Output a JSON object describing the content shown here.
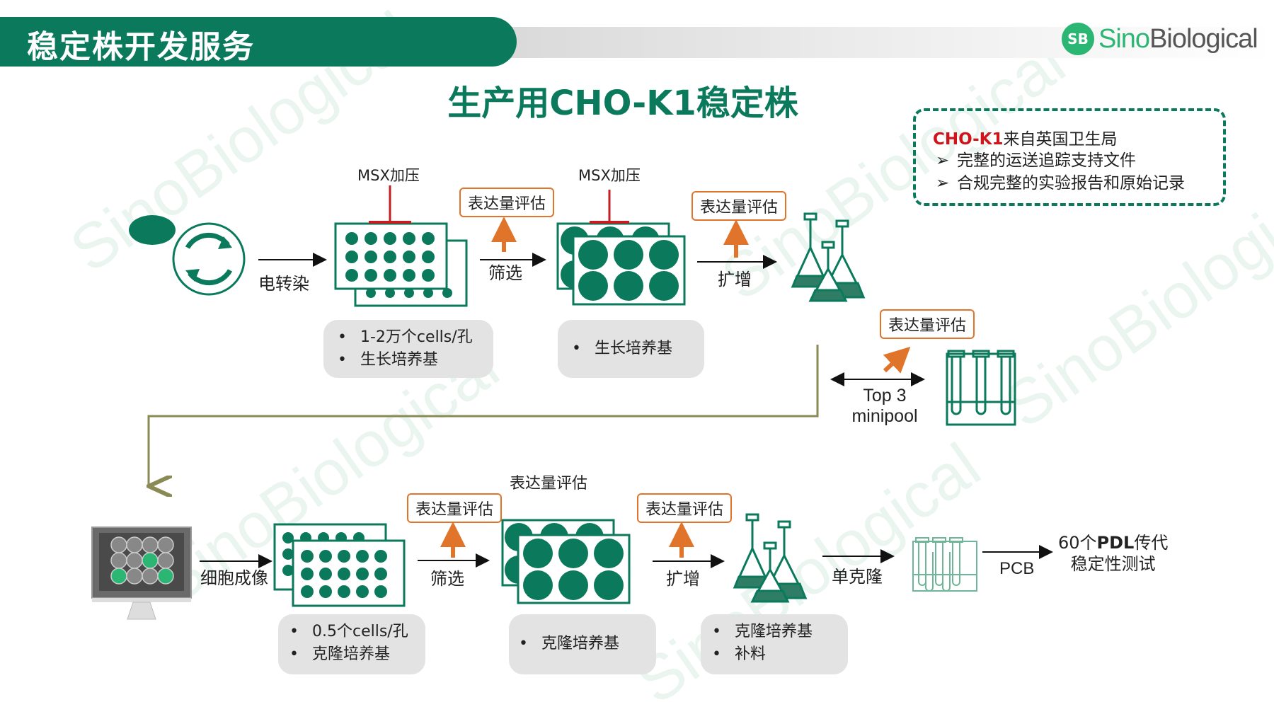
{
  "header": {
    "title": "稳定株开发服务"
  },
  "logo": {
    "mark": "SB",
    "brand_sino": "Sino",
    "brand_bio": "Biological"
  },
  "main_title": "生产用CHO-K1稳定株",
  "note": {
    "highlight": "CHO-K1",
    "line1_rest": "来自英国卫生局",
    "bullet_symbol": "➢",
    "bullets": [
      "完整的运送追踪支持文件",
      "合规完整的实验报告和原始记录"
    ]
  },
  "watermark": "SinoBiological",
  "row1": {
    "step_transfect": "电转染",
    "msx1": "MSX加压",
    "eval1": "表达量评估",
    "step_screen": "筛选",
    "msx2": "MSX加压",
    "eval2": "表达量评估",
    "step_expand": "扩增",
    "box1": [
      "1-2万个cells/孔",
      "生长培养基"
    ],
    "box2": [
      "生长培养基"
    ]
  },
  "minipool": {
    "eval": "表达量评估",
    "label_line1": "Top 3",
    "label_line2": "minipool"
  },
  "row2": {
    "step_imaging": "细胞成像",
    "eval1": "表达量评估",
    "step_screen": "筛选",
    "eval_top": "表达量评估",
    "eval2": "表达量评估",
    "step_expand": "扩增",
    "step_clone": "单克隆",
    "step_pcb": "PCB",
    "final_line1_num": "60个",
    "final_line1_bold": "PDL",
    "final_line1_rest": "传代",
    "final_line2": "稳定性测试",
    "box1": [
      "0.5个cells/孔",
      "克隆培养基"
    ],
    "box2": [
      "克隆培养基"
    ],
    "box3": [
      "克隆培养基",
      "补料"
    ]
  },
  "colors": {
    "brand_green": "#0b7a5c",
    "logo_green": "#2bb673",
    "eval_orange": "#e0742b",
    "flow_olive": "#8a8a55",
    "red": "#d0141c"
  }
}
